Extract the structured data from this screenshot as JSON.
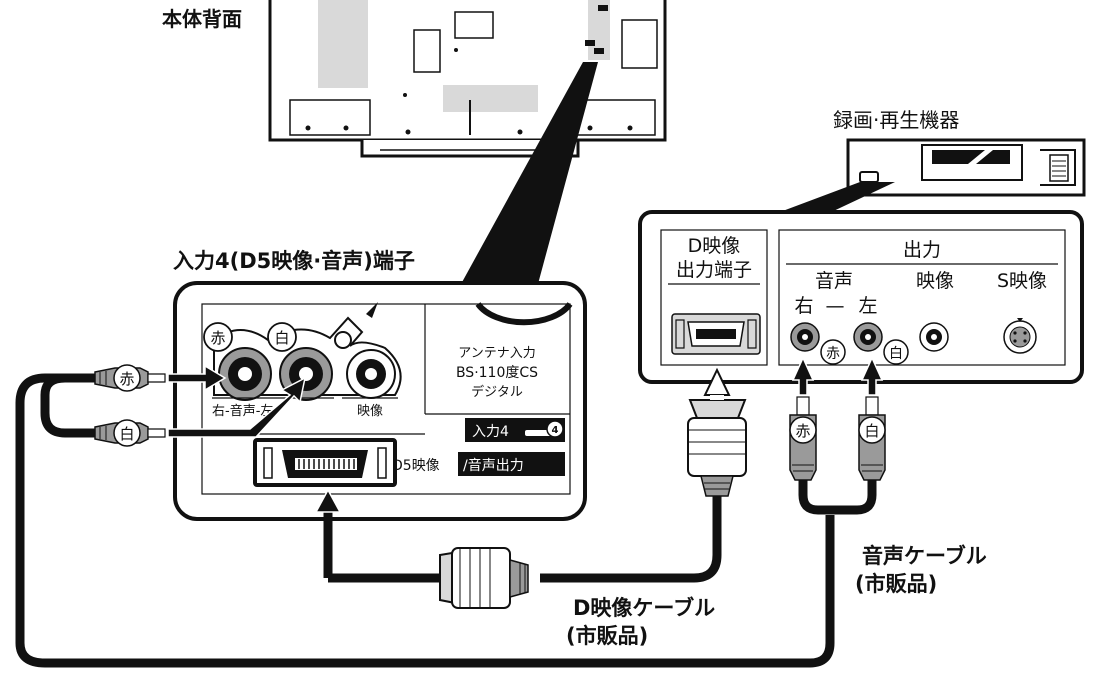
{
  "labels": {
    "tv_back": "本体背面",
    "recorder": "録画·再生機器",
    "terminal_title": "入力4(D5映像·音声)端子",
    "antenna_line1": "アンテナ入力",
    "antenna_line2": "BS·110度CS",
    "antenna_line3": "デジタル",
    "jack_right_audio": "右-音声-左",
    "jack_video": "映像",
    "input4": "入力4",
    "d5_video": "D5映像",
    "audio_output": "/音声出力",
    "input4_badge": "4",
    "d_out_line1": "D映像",
    "d_out_line2": "出力端子",
    "output": "出力",
    "audio": "音声",
    "right": "右",
    "dash": "—",
    "left": "左",
    "video": "映像",
    "s_video": "S映像",
    "red": "赤",
    "white": "白",
    "d_cable_line1": "D映像ケーブル",
    "d_cable_line2": "(市販品)",
    "audio_cable_line1": "音声ケーブル",
    "audio_cable_line2": "(市販品)"
  },
  "colors": {
    "line": "#111111",
    "panel_fill": "#ffffff",
    "screen_gray": "#d9d9d9",
    "jack_gray": "#9a9a9a",
    "arrow_white": "#ffffff"
  }
}
